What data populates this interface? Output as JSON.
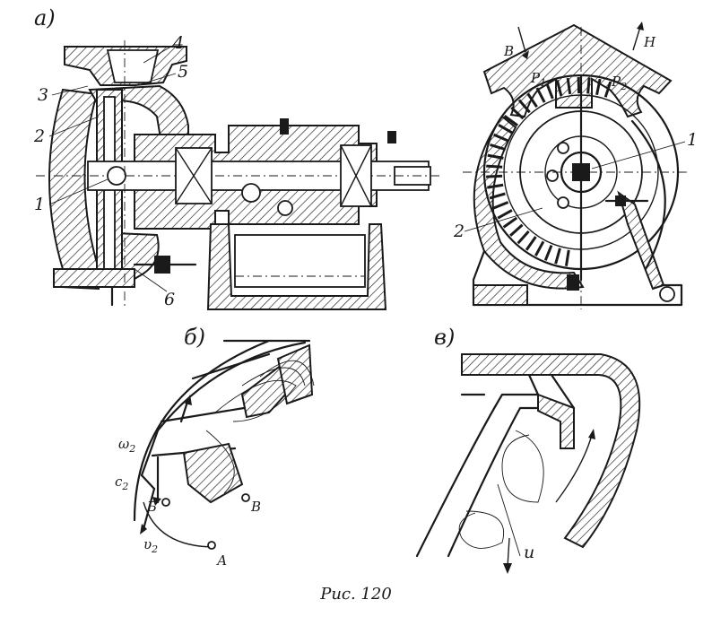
{
  "panels": {
    "a": "а)",
    "b": "б)",
    "v": "в)"
  },
  "labels_a": {
    "n1": "1",
    "n2": "2",
    "n3": "3",
    "n4": "4",
    "n5": "5",
    "n6": "6"
  },
  "labels_side": {
    "B": "В",
    "H": "Н",
    "P1": "P",
    "P1_sub": "1",
    "P2": "P",
    "P2_sub": "2",
    "n1": "1",
    "n2": "2"
  },
  "labels_b": {
    "w2": "ω",
    "w2_sub": "2",
    "c2": "c",
    "c2_sub": "2",
    "u2": "υ",
    "u2_sub": "2",
    "pB": "Б",
    "pV": "В",
    "pA": "А"
  },
  "labels_v": {
    "u": "и"
  },
  "caption": "Рис.  120"
}
